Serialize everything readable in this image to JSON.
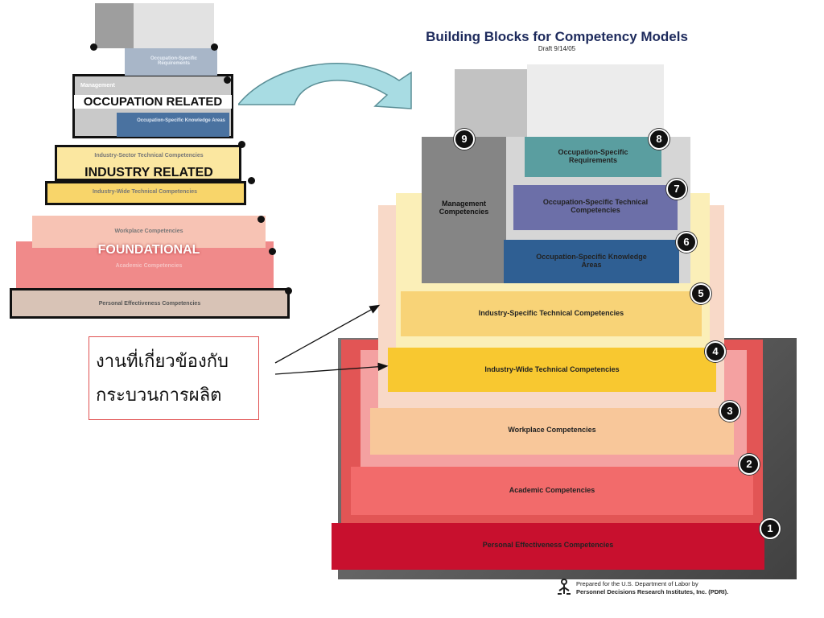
{
  "title": "Building Blocks for Competency Models",
  "draft": "Draft 9/14/05",
  "annotation": {
    "line1": "งานที่เกี่ยวข้องกับ",
    "line2": "กระบวนการผลิต"
  },
  "small_pyramid": {
    "occupation_related": "OCCUPATION RELATED",
    "industry_related": "INDUSTRY RELATED",
    "foundational": "FOUNDATIONAL",
    "management": "Management",
    "occ_req": "Occupation-Specific Requirements",
    "occ_knowledge": "Occupation-Specific Knowledge Areas",
    "industry_sector": "Industry-Sector Technical Competencies",
    "industry_wide": "Industry-Wide Technical Competencies",
    "workplace": "Workplace Competencies",
    "academic": "Academic Competencies",
    "personal": "Personal Effectiveness Competencies"
  },
  "tiers": [
    {
      "num": "1",
      "label": "Personal Effectiveness Competencies",
      "color": "#c8102e"
    },
    {
      "num": "2",
      "label": "Academic Competencies",
      "color": "#f26b6b"
    },
    {
      "num": "3",
      "label": "Workplace Competencies",
      "color": "#f8c79a"
    },
    {
      "num": "4",
      "label": "Industry-Wide Technical Competencies",
      "color": "#f8c830"
    },
    {
      "num": "5",
      "label": "Industry-Specific Technical Competencies",
      "color": "#f8d377"
    },
    {
      "num": "6",
      "label": "Occupation-Specific Knowledge Areas",
      "color": "#2f5f93"
    },
    {
      "num": "7",
      "label": "Occupation-Specific Technical Competencies",
      "color": "#6c6fa8"
    },
    {
      "num": "8",
      "label": "Occupation-Specific Requirements",
      "color": "#5a9ea0"
    },
    {
      "num": "9",
      "label": "Management Competencies",
      "color": "#858585"
    }
  ],
  "footer": {
    "line1": "Prepared for the U.S. Department of Labor by",
    "line2": "Personnel Decisions Research Institutes, Inc. (PDRI)."
  },
  "icons": [
    "curved-arrow-icon",
    "pointer-arrow-icon",
    "pdri-logo-icon"
  ]
}
